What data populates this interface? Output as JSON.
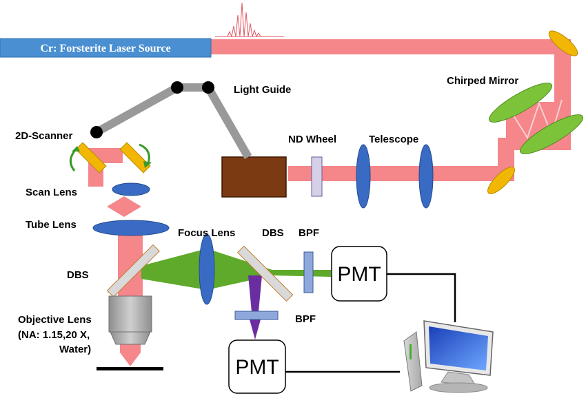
{
  "labels": {
    "laser_source": "Cr: Forsterite Laser Source",
    "chirped_mirror": "Chirped Mirror",
    "light_guide": "Light Guide",
    "scanner": "2D-Scanner",
    "nd_wheel": "ND Wheel",
    "telescope": "Telescope",
    "scan_lens": "Scan Lens",
    "tube_lens": "Tube Lens",
    "focus_lens": "Focus Lens",
    "dbs_right": "DBS",
    "bpf_top": "BPF",
    "dbs_left": "DBS",
    "bpf_bottom": "BPF",
    "objective_line1": "Objective Lens",
    "objective_line2": "(NA: 1.15,20 X,",
    "objective_line3": "Water)",
    "pmt_right": "PMT",
    "pmt_bottom": "PMT"
  },
  "colors": {
    "laser_beam": "#f5868a",
    "source_bar": "#4a8fd1",
    "lens": "#3a6bc4",
    "mirror_yellow": "#f2b705",
    "chirped_green": "#7cc33a",
    "green_beam": "#5faa2a",
    "purple_beam": "#6a2ea0",
    "guide_gray": "#999999",
    "detector_box": "#7b3a12"
  },
  "icons": {
    "pulse": "laser-pulse-icon",
    "computer": "computer-icon"
  }
}
